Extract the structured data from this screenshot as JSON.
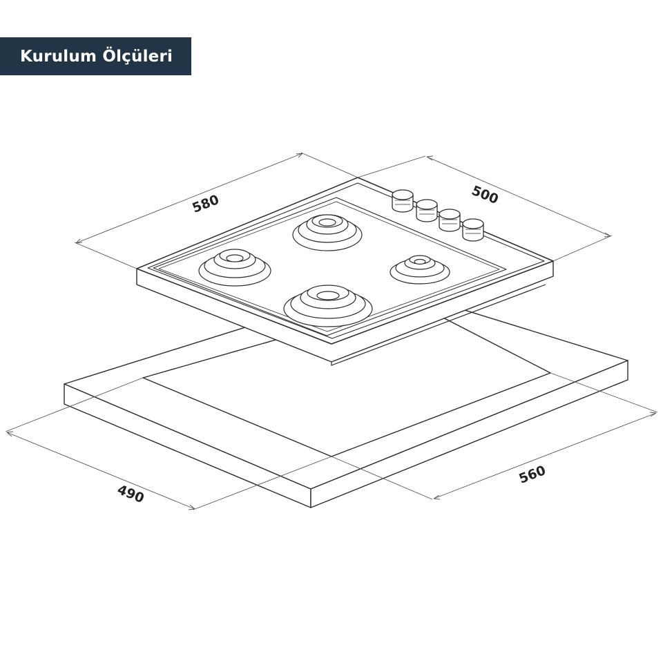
{
  "header": {
    "title": "Kurulum Ölçüleri"
  },
  "dimensions": {
    "hob_width": "580",
    "hob_depth": "500",
    "cutout_width": "560",
    "cutout_depth": "490"
  },
  "colors": {
    "title_background": "#213547",
    "title_text": "#ffffff",
    "line": "#2b2b2b"
  }
}
